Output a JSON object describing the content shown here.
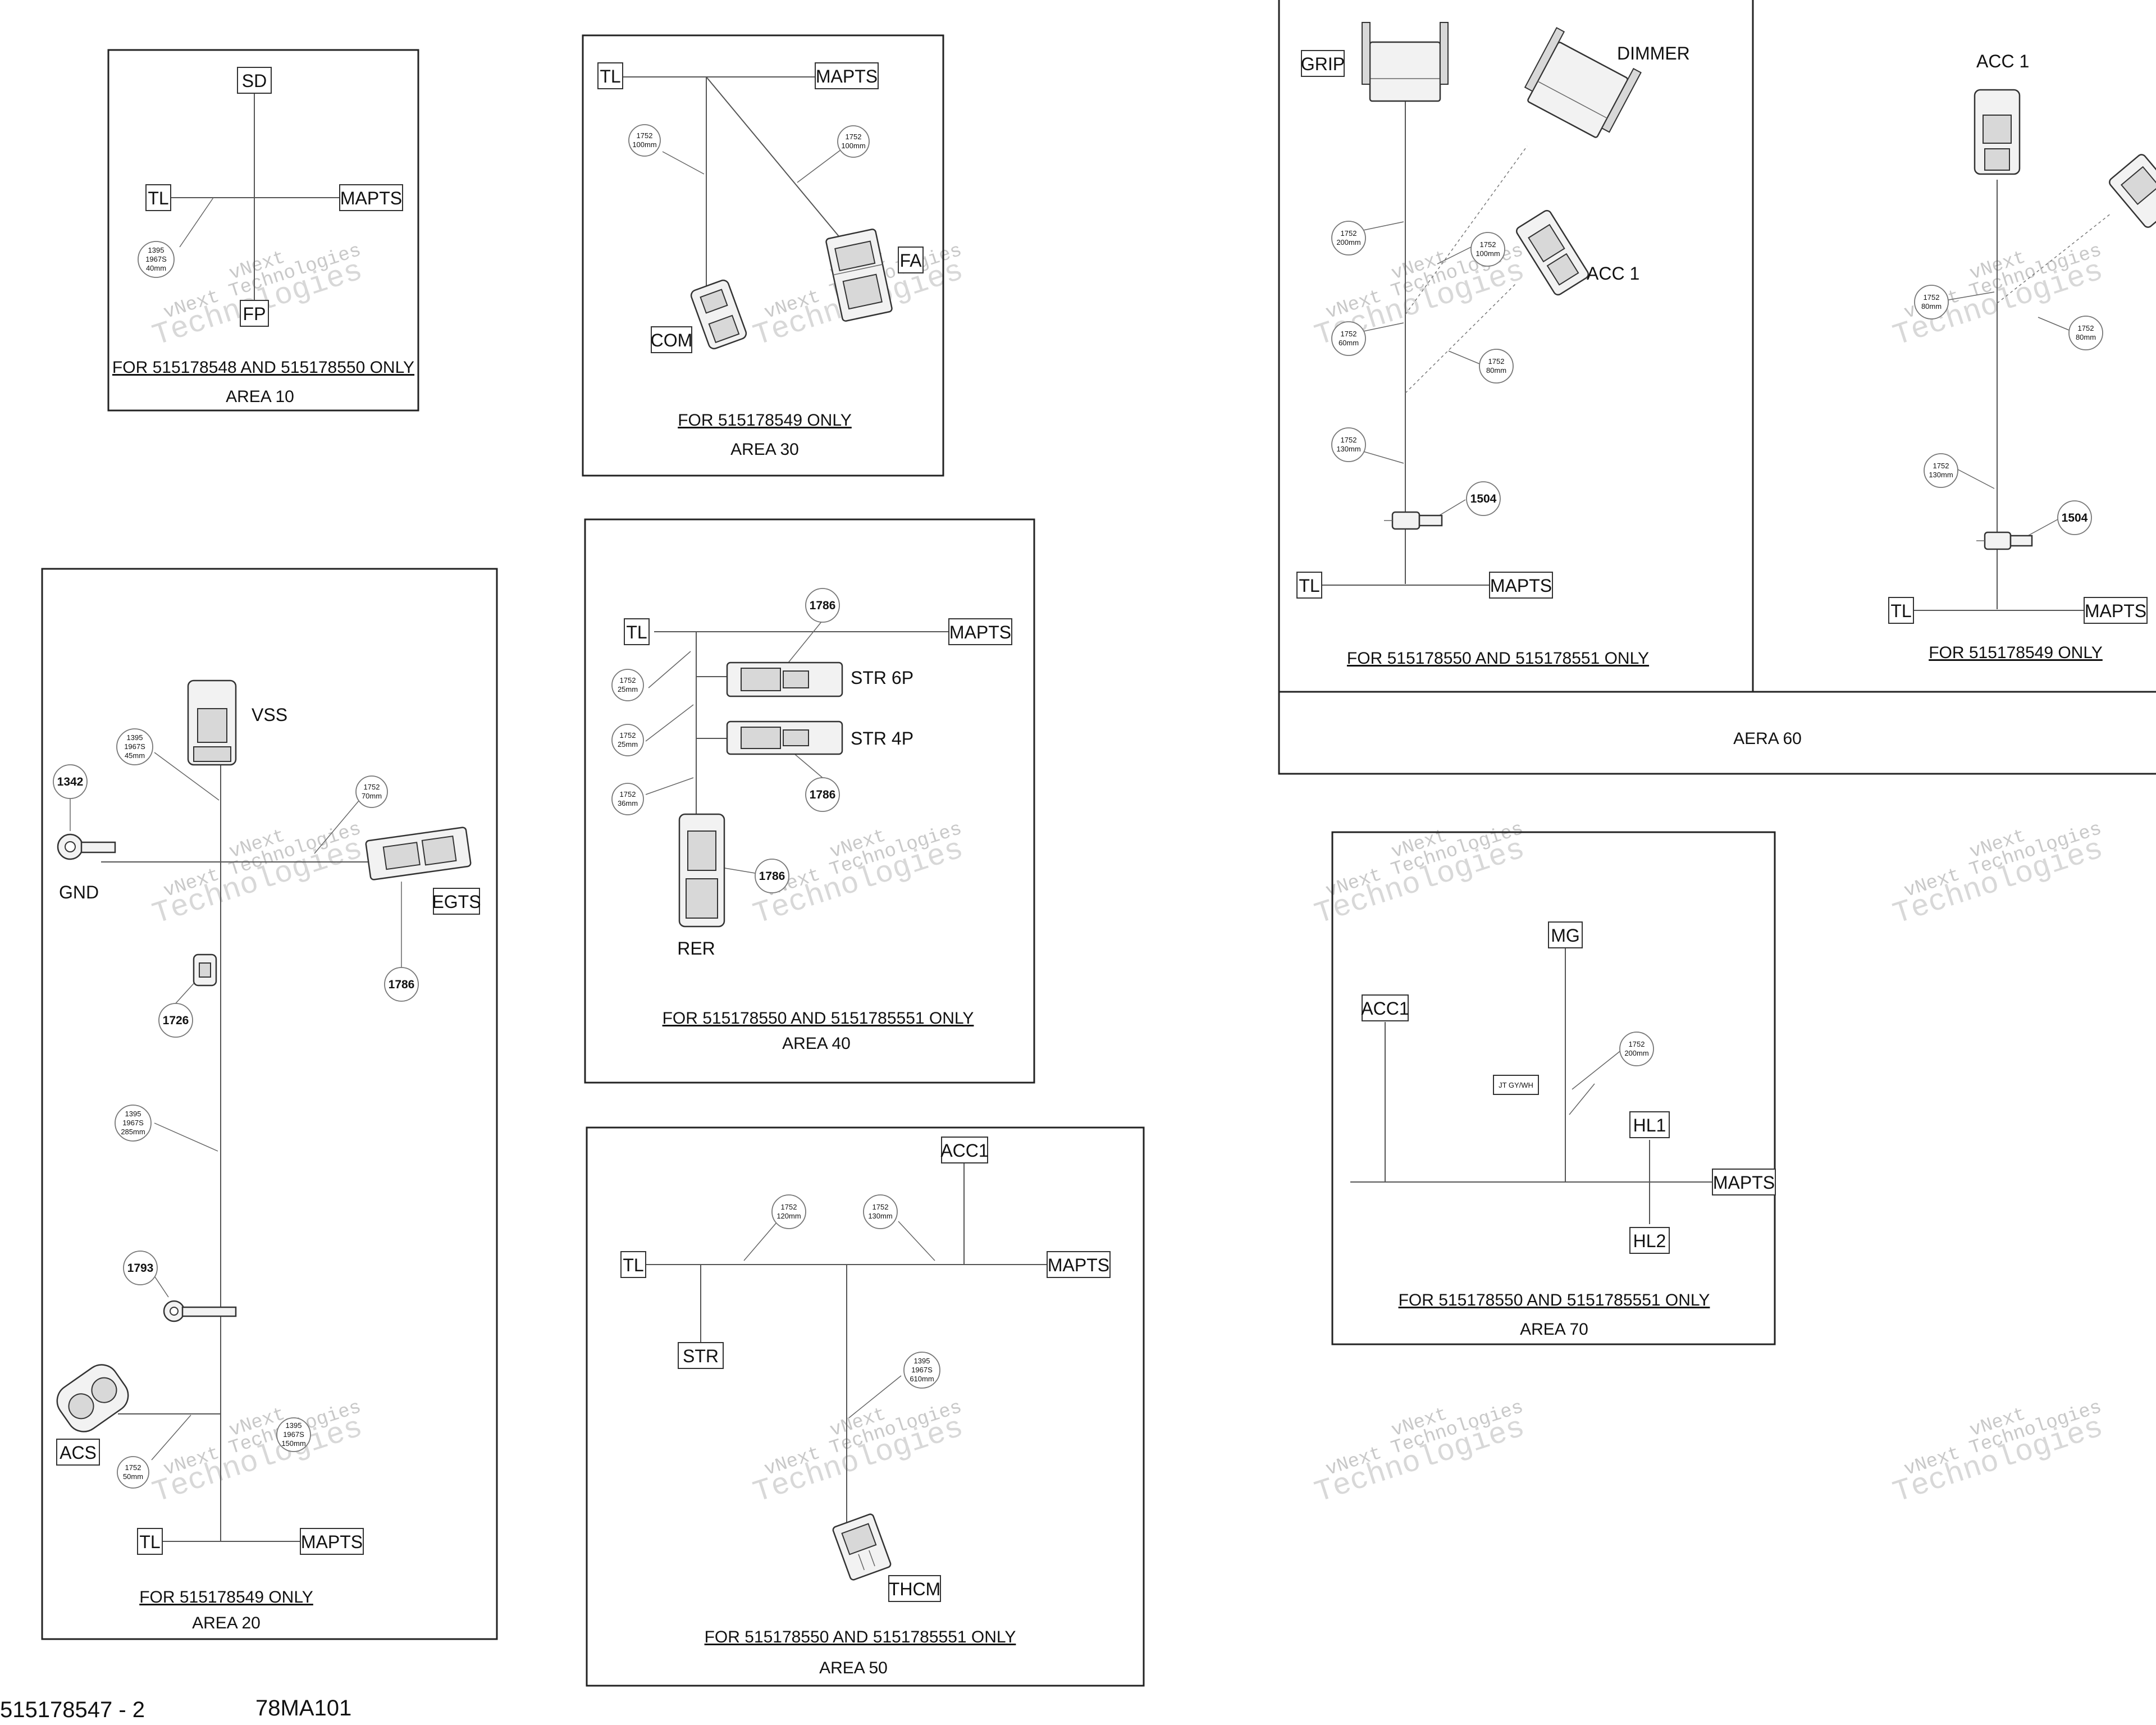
{
  "footer": {
    "drawing_number": "515178547 - 2",
    "sheet_code": "78MA101"
  },
  "watermark": {
    "line1": "vNext",
    "line2": "Technologies",
    "full": "vNext Technologies"
  },
  "area10": {
    "labels": {
      "sd": "SD",
      "tl": "TL",
      "mapts": "MAPTS",
      "fp": "FP"
    },
    "bubble": [
      "1395",
      "1967S",
      "40mm"
    ],
    "caption": "FOR 515178548 AND 515178550 ONLY",
    "area": "AREA 10"
  },
  "area30": {
    "labels": {
      "tl": "TL",
      "mapts": "MAPTS",
      "fa": "FA",
      "com": "COM"
    },
    "bubble_left": [
      "1752",
      "100mm"
    ],
    "bubble_right": [
      "1752",
      "100mm"
    ],
    "caption": "FOR 515178549 ONLY",
    "area": "AREA 30"
  },
  "area20": {
    "labels": {
      "vss": "VSS",
      "gnd": "GND",
      "egts": "EGTS",
      "acs": "ACS",
      "tl": "TL",
      "mapts": "MAPTS"
    },
    "bubbles": {
      "b1342": "1342",
      "b1786": "1786",
      "b1726": "1726",
      "b1793": "1793",
      "vss_wire": [
        "1395",
        "1967S",
        "45mm"
      ],
      "egts_wire": [
        "1752",
        "70mm"
      ],
      "main_wire": [
        "1395",
        "1967S",
        "285mm"
      ],
      "acs_wire": [
        "1752",
        "50mm"
      ],
      "acs_main": [
        "1395",
        "1967S",
        "150mm"
      ]
    },
    "caption": "FOR 515178549 ONLY",
    "area": "AREA 20"
  },
  "area40": {
    "labels": {
      "tl": "TL",
      "mapts": "MAPTS",
      "str6p": "STR 6P",
      "str4p": "STR 4P",
      "rer": "RER"
    },
    "bubbles": {
      "top": "1786",
      "mid": "1786",
      "rer": "1786",
      "w1": [
        "1752",
        "25mm"
      ],
      "w2": [
        "1752",
        "25mm"
      ],
      "w3": [
        "1752",
        "36mm"
      ]
    },
    "caption": "FOR 515178550 AND 5151785551 ONLY",
    "area": "AREA 40"
  },
  "area50": {
    "labels": {
      "acc1": "ACC1",
      "tl": "TL",
      "mapts": "MAPTS",
      "str": "STR",
      "thcm": "THCM"
    },
    "bubbles": {
      "w1": [
        "1752",
        "120mm"
      ],
      "w2": [
        "1752",
        "130mm"
      ],
      "w3": [
        "1395",
        "1967S",
        "610mm"
      ]
    },
    "caption": "FOR 515178550 AND 5151785551 ONLY",
    "area": "AREA 50"
  },
  "area60": {
    "left": {
      "labels": {
        "grip": "GRIP",
        "dimmer": "DIMMER",
        "acc1": "ACC 1",
        "tl": "TL",
        "mapts": "MAPTS"
      },
      "bubbles": {
        "w_grip": [
          "1752",
          "200mm"
        ],
        "w_dimmer": [
          "1752",
          "100mm"
        ],
        "w_60": [
          "1752",
          "60mm"
        ],
        "w_80": [
          "1752",
          "80mm"
        ],
        "w_130": [
          "1752",
          "130mm"
        ],
        "b1504": "1504"
      },
      "caption": "FOR 515178550 AND 515178551 ONLY"
    },
    "right": {
      "labels": {
        "acc1": "ACC 1",
        "tl": "TL",
        "mapts": "MAPTS"
      },
      "bubbles": {
        "w_a": [
          "1752",
          "80mm"
        ],
        "w_b": [
          "1752",
          "80mm"
        ],
        "w_c": [
          "1752",
          "130mm"
        ],
        "b1504": "1504"
      },
      "caption": "FOR 515178549 ONLY"
    },
    "area": "AERA 60"
  },
  "area70": {
    "labels": {
      "mg": "MG",
      "acc1": "ACC1",
      "hl1": "HL1",
      "hl2": "HL2",
      "mapts": "MAPTS",
      "splice": "JT GY/WH"
    },
    "bubble": [
      "1752",
      "200mm"
    ],
    "caption": "FOR 515178550 AND 5151785551 ONLY",
    "area": "AREA 70"
  }
}
